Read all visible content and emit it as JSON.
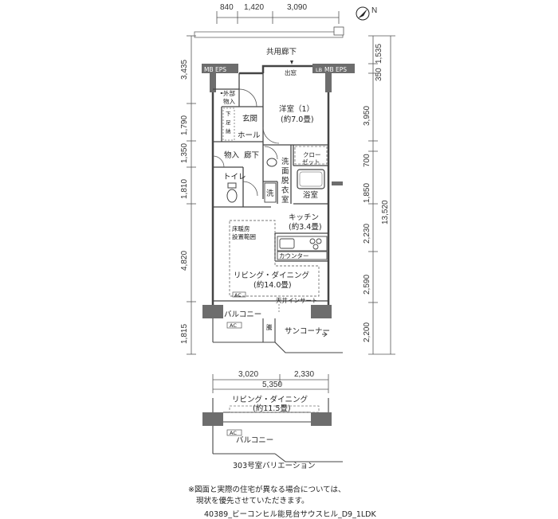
{
  "dimensions": {
    "top": [
      "840",
      "1,420",
      "3,090"
    ],
    "left": [
      "3,435",
      "1,790",
      "1,350",
      "1,810",
      "4,820",
      "1,815"
    ],
    "right": [
      "1,535",
      "350",
      "3,950",
      "700",
      "1,850",
      "2,230",
      "2,590",
      "2,200"
    ],
    "total": "13,520",
    "bottom": [
      "3,020",
      "2,330"
    ],
    "bottom_total": "5,350"
  },
  "compass": "N",
  "labels": {
    "corridor": "共用廊下",
    "mb_eps_left": "MB EPS",
    "mb_eps_right": "MB EPS",
    "lb": "LB",
    "window": "出窓",
    "external_storage_1": "外部",
    "external_storage_2": "物入",
    "shoebox_1": "下",
    "shoebox_2": "足",
    "shoebox_3": "納",
    "entrance": "玄関",
    "hall": "ホール",
    "western_room": "洋室（1）",
    "western_room_size": "(約7.0畳)",
    "storage": "物入",
    "hallway": "廊下",
    "closet_1": "クロー",
    "closet_2": "ゼット",
    "washroom_1": "洗",
    "washroom_2": "面",
    "washroom_3": "脱",
    "washroom_4": "衣",
    "washroom_5": "室",
    "toilet": "トイレ",
    "washer": "洗",
    "bathroom": "浴室",
    "floor_heating_1": "床暖房",
    "floor_heating_2": "設置範囲",
    "kitchen": "キッチン",
    "kitchen_size": "(約3.4畳)",
    "counter": "カウンター",
    "living": "リビング・ダイニング",
    "living_size": "(約14.0畳)",
    "ac": "AC",
    "ceiling_insert": "天井インサート",
    "balcony": "バルコニー",
    "sun_corner": "サンコーナー",
    "jp": "騰",
    "variation_living": "リビング・ダイニング",
    "variation_living_size": "(約11.5畳)",
    "variation_ac": "AC",
    "variation_balcony": "バルコニー",
    "variation_title": "303号室バリエーション"
  },
  "note": [
    "※図面と実際の住宅が異なる場合については、",
    "現状を優先させていただきます。"
  ],
  "code": "40389_ビーコンヒル能見台サウスヒル_D9_1LDK"
}
